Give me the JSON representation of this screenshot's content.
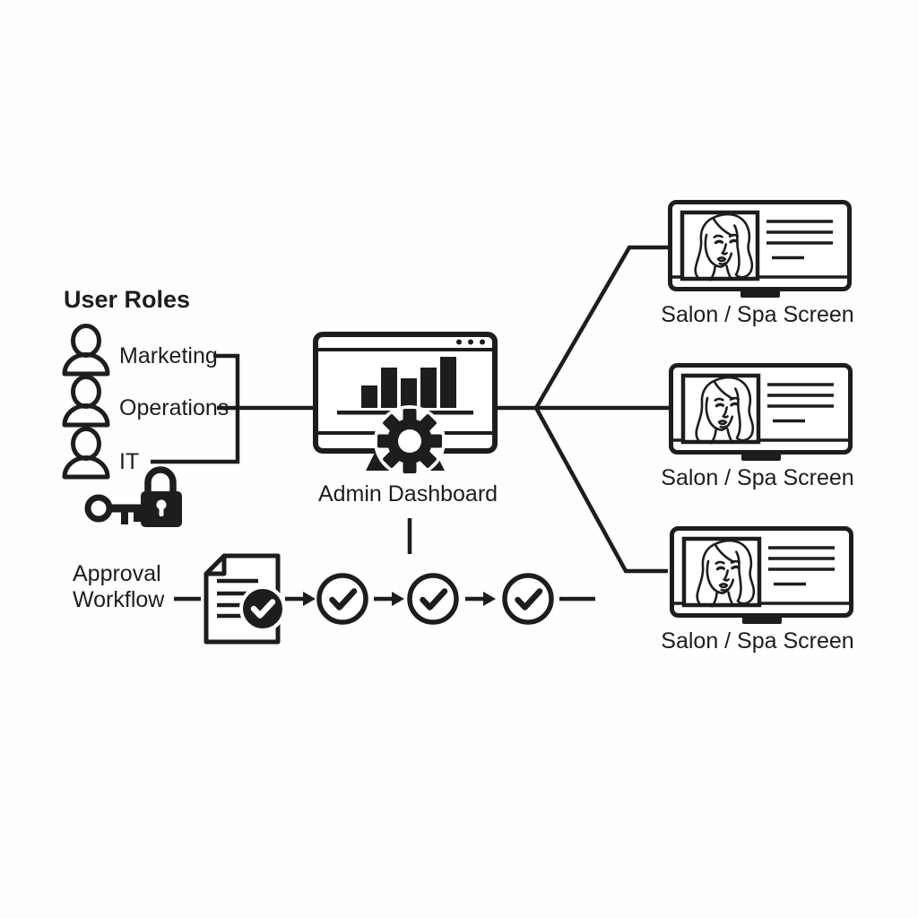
{
  "colors": {
    "ink": "#1d1d1f",
    "background": "#fffdfd"
  },
  "user_roles": {
    "title": "User Roles",
    "roles": [
      "Marketing",
      "Operations",
      "IT"
    ]
  },
  "admin_dashboard": {
    "label": "Admin Dashboard"
  },
  "screens": [
    {
      "label": "Salon / Spa Screen"
    },
    {
      "label": "Salon / Spa Screen"
    },
    {
      "label": "Salon / Spa Screen"
    }
  ],
  "approval_workflow": {
    "label": "Approval\nWorkflow",
    "steps": 3
  },
  "icons": {
    "user": "user-icon",
    "key": "key-icon",
    "lock": "lock-icon",
    "admin_dashboard": "monitor-bar-chart-gear-icon",
    "salon_screen": "tv-woman-portrait-icon",
    "document": "document-check-badge-icon",
    "check": "check-circle-icon",
    "arrow": "arrow-right-icon"
  }
}
